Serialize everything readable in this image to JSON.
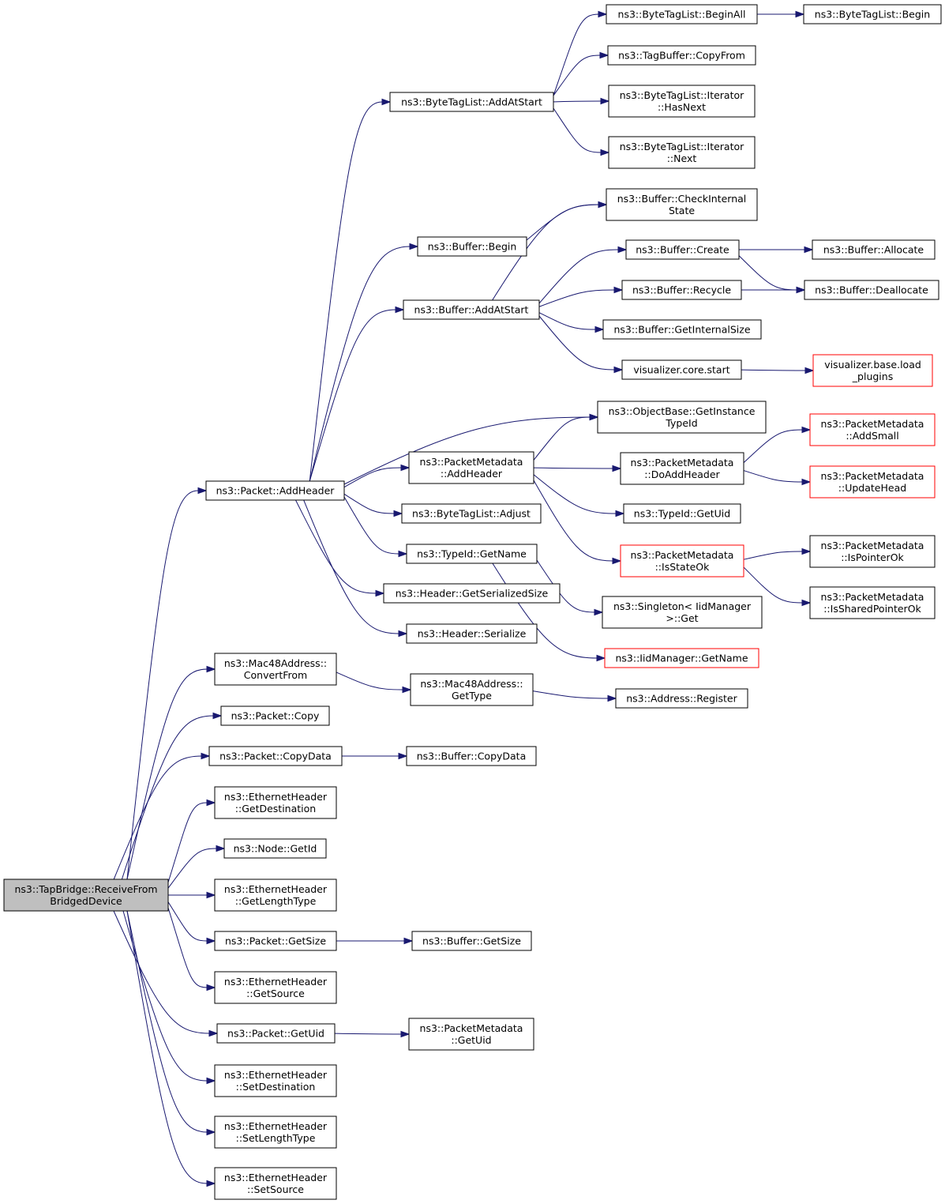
{
  "colors": {
    "edge": "#191970",
    "node_border": "#000000",
    "node_border_incomplete": "#ff0000",
    "root_fill": "#bfbfbf"
  },
  "nodes": [
    {
      "id": "root",
      "lines": [
        "ns3::TapBridge::ReceiveFrom",
        "BridgedDevice"
      ],
      "style": "root"
    },
    {
      "id": "addheader",
      "lines": [
        "ns3::Packet::AddHeader"
      ]
    },
    {
      "id": "bt_addatstart",
      "lines": [
        "ns3::ByteTagList::AddAtStart"
      ]
    },
    {
      "id": "bt_beginall",
      "lines": [
        "ns3::ByteTagList::BeginAll"
      ]
    },
    {
      "id": "bt_begin",
      "lines": [
        "ns3::ByteTagList::Begin"
      ]
    },
    {
      "id": "tagbuf_copyfrom",
      "lines": [
        "ns3::TagBuffer::CopyFrom"
      ]
    },
    {
      "id": "bt_it_hasnext",
      "lines": [
        "ns3::ByteTagList::Iterator",
        "::HasNext"
      ]
    },
    {
      "id": "bt_it_next",
      "lines": [
        "ns3::ByteTagList::Iterator",
        "::Next"
      ]
    },
    {
      "id": "buf_checkstate",
      "lines": [
        "ns3::Buffer::CheckInternal",
        "State"
      ]
    },
    {
      "id": "buf_begin",
      "lines": [
        "ns3::Buffer::Begin"
      ]
    },
    {
      "id": "buf_create",
      "lines": [
        "ns3::Buffer::Create"
      ]
    },
    {
      "id": "buf_allocate",
      "lines": [
        "ns3::Buffer::Allocate"
      ]
    },
    {
      "id": "buf_recycle",
      "lines": [
        "ns3::Buffer::Recycle"
      ]
    },
    {
      "id": "buf_deallocate",
      "lines": [
        "ns3::Buffer::Deallocate"
      ]
    },
    {
      "id": "buf_addatstart",
      "lines": [
        "ns3::Buffer::AddAtStart"
      ]
    },
    {
      "id": "buf_getinternalsize",
      "lines": [
        "ns3::Buffer::GetInternalSize"
      ]
    },
    {
      "id": "vis_start",
      "lines": [
        "visualizer.core.start"
      ]
    },
    {
      "id": "vis_load",
      "lines": [
        "visualizer.base.load",
        "_plugins"
      ],
      "style": "red"
    },
    {
      "id": "objbase_gettypeid",
      "lines": [
        "ns3::ObjectBase::GetInstance",
        "TypeId"
      ]
    },
    {
      "id": "pm_addheader",
      "lines": [
        "ns3::PacketMetadata",
        "::AddHeader"
      ]
    },
    {
      "id": "pm_doaddheader",
      "lines": [
        "ns3::PacketMetadata",
        "::DoAddHeader"
      ]
    },
    {
      "id": "pm_addsmall",
      "lines": [
        "ns3::PacketMetadata",
        "::AddSmall"
      ],
      "style": "red"
    },
    {
      "id": "pm_updatehead",
      "lines": [
        "ns3::PacketMetadata",
        "::UpdateHead"
      ],
      "style": "red"
    },
    {
      "id": "bt_adjust",
      "lines": [
        "ns3::ByteTagList::Adjust"
      ]
    },
    {
      "id": "typeid_getuid",
      "lines": [
        "ns3::TypeId::GetUid"
      ]
    },
    {
      "id": "typeid_getname",
      "lines": [
        "ns3::TypeId::GetName"
      ]
    },
    {
      "id": "pm_isstateok",
      "lines": [
        "ns3::PacketMetadata",
        "::IsStateOk"
      ],
      "style": "red"
    },
    {
      "id": "pm_ispointerok",
      "lines": [
        "ns3::PacketMetadata",
        "::IsPointerOk"
      ]
    },
    {
      "id": "pm_issharedptrok",
      "lines": [
        "ns3::PacketMetadata",
        "::IsSharedPointerOk"
      ]
    },
    {
      "id": "hdr_getsersize",
      "lines": [
        "ns3::Header::GetSerializedSize"
      ]
    },
    {
      "id": "singleton_get",
      "lines": [
        "ns3::Singleton< IidManager",
        ">::Get"
      ]
    },
    {
      "id": "hdr_serialize",
      "lines": [
        "ns3::Header::Serialize"
      ]
    },
    {
      "id": "iid_getname",
      "lines": [
        "ns3::IidManager::GetName"
      ],
      "style": "red"
    },
    {
      "id": "mac48_convertfrom",
      "lines": [
        "ns3::Mac48Address::",
        "ConvertFrom"
      ]
    },
    {
      "id": "mac48_gettype",
      "lines": [
        "ns3::Mac48Address::",
        "GetType"
      ]
    },
    {
      "id": "addr_register",
      "lines": [
        "ns3::Address::Register"
      ]
    },
    {
      "id": "pkt_copy",
      "lines": [
        "ns3::Packet::Copy"
      ]
    },
    {
      "id": "pkt_copydata",
      "lines": [
        "ns3::Packet::CopyData"
      ]
    },
    {
      "id": "buf_copydata",
      "lines": [
        "ns3::Buffer::CopyData"
      ]
    },
    {
      "id": "eth_getdest",
      "lines": [
        "ns3::EthernetHeader",
        "::GetDestination"
      ]
    },
    {
      "id": "node_getid",
      "lines": [
        "ns3::Node::GetId"
      ]
    },
    {
      "id": "eth_getlentype",
      "lines": [
        "ns3::EthernetHeader",
        "::GetLengthType"
      ]
    },
    {
      "id": "pkt_getsize",
      "lines": [
        "ns3::Packet::GetSize"
      ]
    },
    {
      "id": "buf_getsize",
      "lines": [
        "ns3::Buffer::GetSize"
      ]
    },
    {
      "id": "eth_getsource",
      "lines": [
        "ns3::EthernetHeader",
        "::GetSource"
      ]
    },
    {
      "id": "pkt_getuid",
      "lines": [
        "ns3::Packet::GetUid"
      ]
    },
    {
      "id": "pm_getuid",
      "lines": [
        "ns3::PacketMetadata",
        "::GetUid"
      ]
    },
    {
      "id": "eth_setdest",
      "lines": [
        "ns3::EthernetHeader",
        "::SetDestination"
      ]
    },
    {
      "id": "eth_setlentype",
      "lines": [
        "ns3::EthernetHeader",
        "::SetLengthType"
      ]
    },
    {
      "id": "eth_setsource",
      "lines": [
        "ns3::EthernetHeader",
        "::SetSource"
      ]
    }
  ],
  "edges": [
    {
      "from": "root",
      "to": "addheader"
    },
    {
      "from": "root",
      "to": "mac48_convertfrom"
    },
    {
      "from": "root",
      "to": "pkt_copy"
    },
    {
      "from": "root",
      "to": "pkt_copydata"
    },
    {
      "from": "root",
      "to": "eth_getdest"
    },
    {
      "from": "root",
      "to": "node_getid"
    },
    {
      "from": "root",
      "to": "eth_getlentype"
    },
    {
      "from": "root",
      "to": "pkt_getsize"
    },
    {
      "from": "root",
      "to": "eth_getsource"
    },
    {
      "from": "root",
      "to": "pkt_getuid"
    },
    {
      "from": "root",
      "to": "eth_setdest"
    },
    {
      "from": "root",
      "to": "eth_setlentype"
    },
    {
      "from": "root",
      "to": "eth_setsource"
    },
    {
      "from": "addheader",
      "to": "bt_addatstart"
    },
    {
      "from": "addheader",
      "to": "buf_begin"
    },
    {
      "from": "addheader",
      "to": "buf_addatstart"
    },
    {
      "from": "addheader",
      "to": "objbase_gettypeid"
    },
    {
      "from": "addheader",
      "to": "pm_addheader"
    },
    {
      "from": "addheader",
      "to": "bt_adjust"
    },
    {
      "from": "addheader",
      "to": "typeid_getname"
    },
    {
      "from": "addheader",
      "to": "hdr_getsersize"
    },
    {
      "from": "addheader",
      "to": "hdr_serialize"
    },
    {
      "from": "bt_addatstart",
      "to": "bt_beginall"
    },
    {
      "from": "bt_addatstart",
      "to": "tagbuf_copyfrom"
    },
    {
      "from": "bt_addatstart",
      "to": "bt_it_hasnext"
    },
    {
      "from": "bt_addatstart",
      "to": "bt_it_next"
    },
    {
      "from": "bt_beginall",
      "to": "bt_begin"
    },
    {
      "from": "buf_begin",
      "to": "buf_checkstate"
    },
    {
      "from": "buf_addatstart",
      "to": "buf_checkstate"
    },
    {
      "from": "buf_addatstart",
      "to": "buf_create"
    },
    {
      "from": "buf_addatstart",
      "to": "buf_recycle"
    },
    {
      "from": "buf_addatstart",
      "to": "buf_getinternalsize"
    },
    {
      "from": "buf_addatstart",
      "to": "vis_start"
    },
    {
      "from": "buf_create",
      "to": "buf_allocate"
    },
    {
      "from": "buf_create",
      "to": "buf_deallocate"
    },
    {
      "from": "buf_recycle",
      "to": "buf_deallocate"
    },
    {
      "from": "vis_start",
      "to": "vis_load"
    },
    {
      "from": "pm_addheader",
      "to": "objbase_gettypeid"
    },
    {
      "from": "pm_addheader",
      "to": "pm_doaddheader"
    },
    {
      "from": "pm_addheader",
      "to": "typeid_getuid"
    },
    {
      "from": "pm_addheader",
      "to": "pm_isstateok"
    },
    {
      "from": "pm_doaddheader",
      "to": "pm_addsmall"
    },
    {
      "from": "pm_doaddheader",
      "to": "pm_updatehead"
    },
    {
      "from": "pm_isstateok",
      "to": "pm_ispointerok"
    },
    {
      "from": "pm_isstateok",
      "to": "pm_issharedptrok"
    },
    {
      "from": "typeid_getname",
      "to": "singleton_get"
    },
    {
      "from": "typeid_getname",
      "to": "iid_getname"
    },
    {
      "from": "mac48_convertfrom",
      "to": "mac48_gettype"
    },
    {
      "from": "mac48_gettype",
      "to": "addr_register"
    },
    {
      "from": "pkt_copydata",
      "to": "buf_copydata"
    },
    {
      "from": "pkt_getsize",
      "to": "buf_getsize"
    },
    {
      "from": "pkt_getuid",
      "to": "pm_getuid"
    }
  ]
}
